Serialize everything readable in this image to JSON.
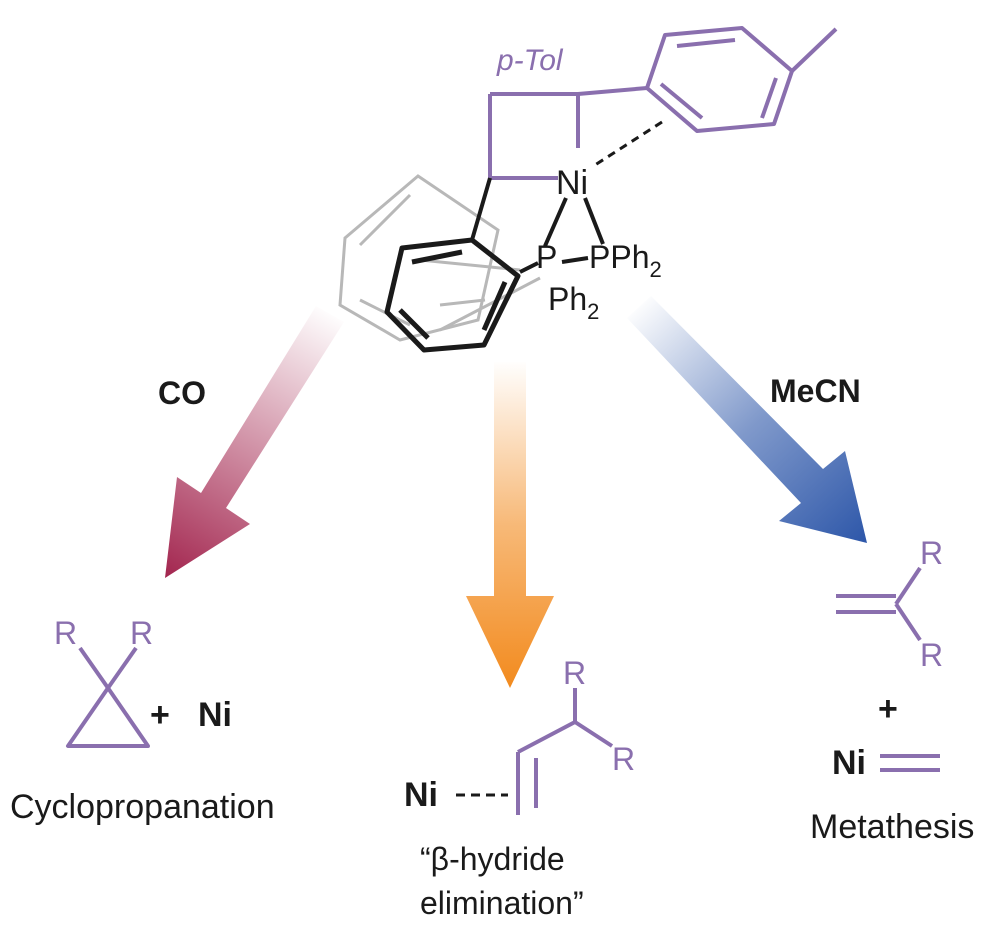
{
  "labels": {
    "ptol": "p-Tol",
    "ni_center": "Ni",
    "p_left": "P",
    "p_right": "PPh",
    "ph2_under": "Ph",
    "sub2": "2",
    "reagent_co": "CO",
    "reagent_mecn": "MeCN",
    "r": "R",
    "plus": "+",
    "ni": "Ni",
    "cyclopropanation": "Cyclopropanation",
    "beta_line1": "“β-hydride",
    "beta_line2": "elimination”",
    "metathesis": "Metathesis"
  },
  "colors": {
    "purple": "#8a6fae",
    "black": "#1a1a1a",
    "grey": "#b8b8b8",
    "co_arrow": "#a3264f",
    "beta_arrow": "#f28a1d",
    "mecn_arrow": "#2b55a8"
  }
}
